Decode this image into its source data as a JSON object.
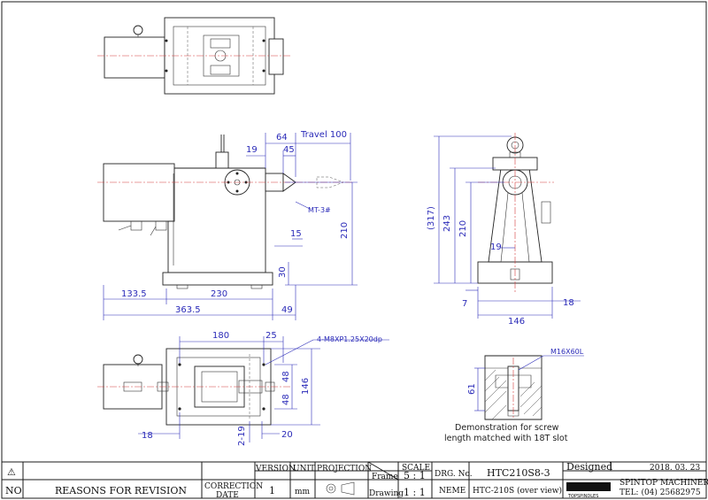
{
  "side_view": {
    "dims": {
      "travel": "Travel 100",
      "d64": "64",
      "d19": "19",
      "d45": "45",
      "mt": "MT-3#",
      "d15": "15",
      "d210": "210",
      "d30": "30",
      "d49": "49",
      "d133": "133.5",
      "d230": "230",
      "d363": "363.5"
    }
  },
  "front_view": {
    "dims": {
      "d317": "(317)",
      "d243": "243",
      "d210": "210",
      "d19": "19",
      "d7": "7",
      "d18": "18",
      "d146": "146"
    }
  },
  "bottom_view": {
    "dims": {
      "d180": "180",
      "d25": "25",
      "holes": "4-M8XP1.25X20dp",
      "d48a": "48",
      "d48b": "48",
      "d146": "146",
      "d18": "18",
      "d2_19": "2-19",
      "d20": "20"
    }
  },
  "detail": {
    "bolt_label": "M16X60L",
    "d61": "61",
    "caption_line1": "Demonstration for screw",
    "caption_line2": "length matched with 18T slot"
  },
  "title_block": {
    "warning_symbol": "⚠",
    "no_label": "NO",
    "reasons_label": "REASONS FOR REVISION",
    "correction_date_line1": "CORRECTION",
    "correction_date_line2": "DATE",
    "version_label": "VERSION",
    "version_value": "1",
    "unit_label": "UNIT",
    "unit_value": "mm",
    "projection_label": "PROJECTION",
    "frame_label": "Frame",
    "drawing_label": "Drawing",
    "scale_label": "SCALE",
    "scale_frame": "5 : 1",
    "scale_drawing": "1 : 1",
    "drg_no_label": "DRG. No.",
    "drg_no_value": "HTC210S8-3",
    "name_label": "NEME",
    "name_value": "HTC-210S (over view)",
    "designed_label": "Designed",
    "date_value": "2018. 03. 23",
    "company": "SPINTOP MACHINERY CO., LTD.",
    "tel": "TEL: (04) 25682975",
    "logo_text": "TOPSPINDLES"
  },
  "colors": {
    "dimension": "#2a2ab8",
    "centerline": "#d23a3a",
    "outline": "#222222"
  }
}
